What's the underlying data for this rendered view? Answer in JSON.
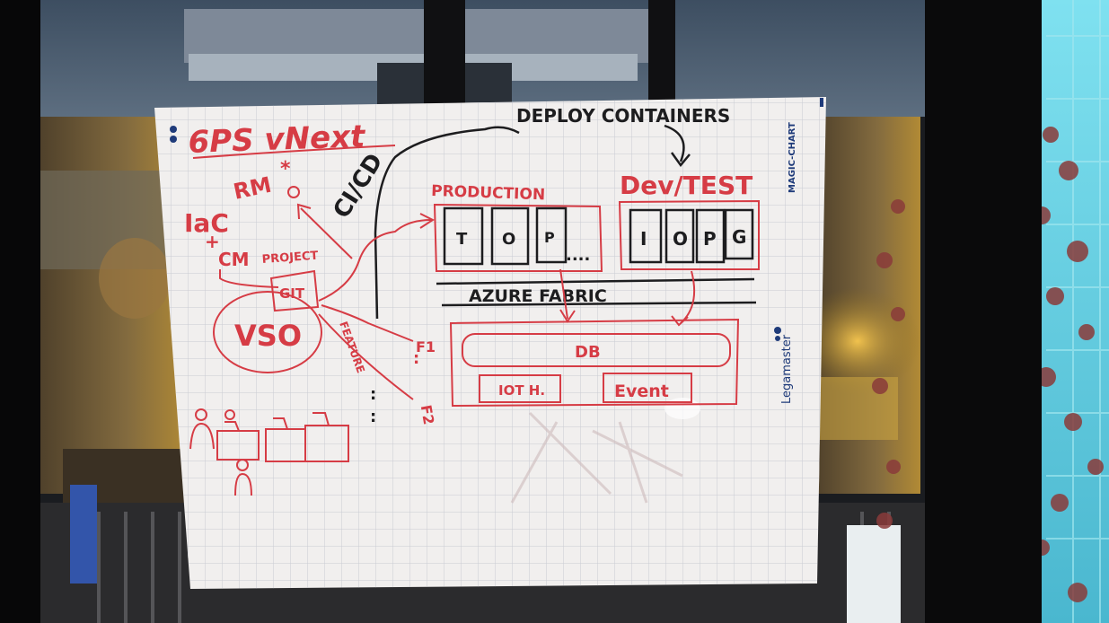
{
  "whiteboard": {
    "title": "6PS vNext",
    "deploy_label": "DEPLOY CONTAINERS",
    "cicd_label": "CI/CD",
    "rm_label": "RM",
    "iac_label": "IaC",
    "plus_label": "+",
    "cm_label": "CM",
    "project_label": "PROJECT",
    "git_label": "GIT",
    "vso_label": "VSO",
    "production_label": "PRODUCTION",
    "devtest_label": "Dev/TEST",
    "prod_boxes": [
      "T",
      "O",
      "P"
    ],
    "prod_ellipsis": "....",
    "dev_boxes": [
      "I",
      "O",
      "P",
      "G"
    ],
    "azure_label": "AZURE FABRIC",
    "db_label": "DB",
    "iot_label": "IOT H.",
    "event_label": "Event",
    "feature_label": "FEATURE",
    "f1_label": "F1",
    "f2_label": "F2",
    "vertical_dots": ":"
  },
  "brand": {
    "magic_chart": "MAGIC-CHART",
    "legamaster": "Legamaster"
  },
  "colors": {
    "marker_red": "#d63c45",
    "marker_black": "#1d1d1f",
    "paper": "#f1efee",
    "grid": "#c9cbd3",
    "legamaster_blue": "#1f3b7a"
  }
}
